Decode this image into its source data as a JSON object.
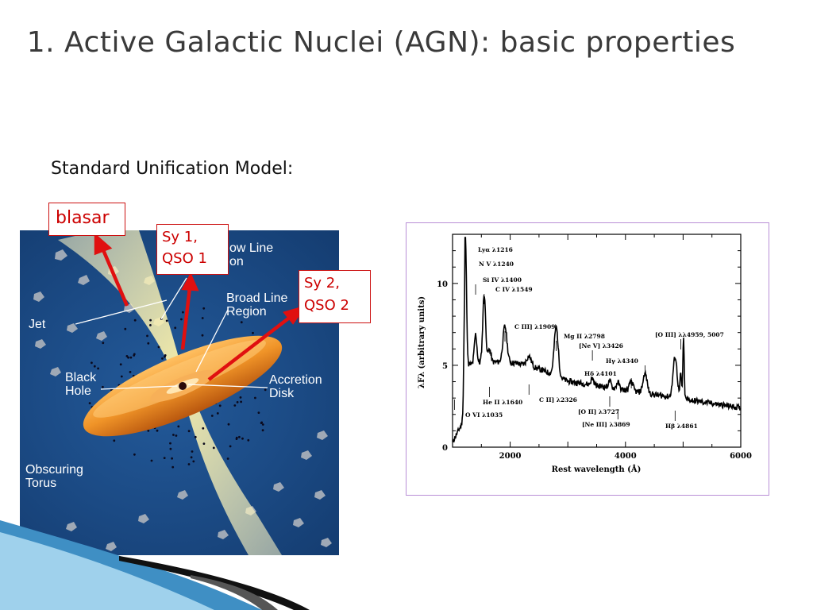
{
  "slide": {
    "title": "1. Active Galactic Nuclei (AGN):  basic properties",
    "subtitle": "Standard Unification Model:"
  },
  "diagram": {
    "labels": {
      "narrow_line_region": "ow Line\non",
      "broad_line_region": "Broad Line\nRegion",
      "jet": "Jet",
      "black_hole": "Black\nHole",
      "accretion_disk": "Accretion\nDisk",
      "obscuring_torus": "Obscuring\nTorus"
    },
    "callouts": {
      "blasar": "blasar",
      "sy1": "Sy 1,\nQSO 1",
      "sy2": "Sy 2,\nQSO 2"
    },
    "colors": {
      "background": "#1b4a84",
      "torus": "#e8861e",
      "jet": "#fff3b0",
      "arrow": "#e01010",
      "callout_border": "#cc1111"
    }
  },
  "spectrum": {
    "xlabel": "Rest wavelength (Å)",
    "ylabel": "λFλ (arbitrary units)",
    "x_ticks": [
      "2000",
      "4000",
      "6000"
    ],
    "y_ticks": [
      "0",
      "5",
      "10"
    ],
    "xlim": [
      1000,
      6000
    ],
    "ylim": [
      0,
      13
    ],
    "lines": [
      {
        "label": "Lyα λ1216",
        "wavelength": 1216
      },
      {
        "label": "N V λ1240",
        "wavelength": 1240
      },
      {
        "label": "Si IV λ1400",
        "wavelength": 1400
      },
      {
        "label": "C IV λ1549",
        "wavelength": 1549
      },
      {
        "label": "C III] λ1909",
        "wavelength": 1909
      },
      {
        "label": "Mg II λ2798",
        "wavelength": 2798
      },
      {
        "label": "[Ne V] λ3426",
        "wavelength": 3426
      },
      {
        "label": "Hδ λ4101",
        "wavelength": 4101
      },
      {
        "label": "Hγ λ4340",
        "wavelength": 4340
      },
      {
        "label": "[O III] λλ4959, 5007",
        "wavelength": 4959
      },
      {
        "label": "He II λ1640",
        "wavelength": 1640
      },
      {
        "label": "C II] λ2326",
        "wavelength": 2326
      },
      {
        "label": "O VI λ1035",
        "wavelength": 1035
      },
      {
        "label": "[O II] λ3727",
        "wavelength": 3727
      },
      {
        "label": "[Ne III] λ3869",
        "wavelength": 3869
      },
      {
        "label": "Hβ λ4861",
        "wavelength": 4861
      }
    ]
  }
}
